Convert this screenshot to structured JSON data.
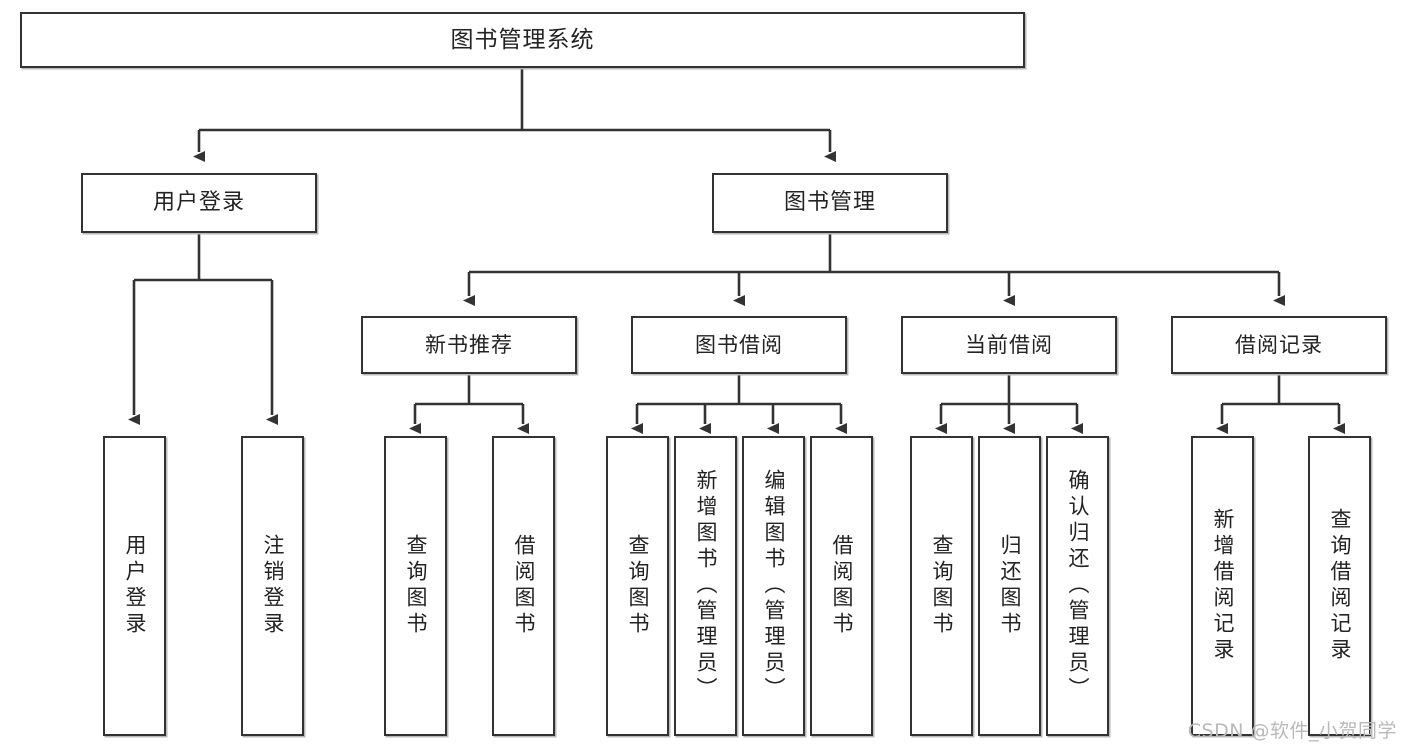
{
  "diagram": {
    "title": "图书管理系统",
    "type": "tree-hierarchy-chart",
    "root": {
      "label": "图书管理系统"
    },
    "level2": [
      {
        "label": "用户登录"
      },
      {
        "label": "图书管理"
      }
    ],
    "level3": [
      {
        "label": "新书推荐"
      },
      {
        "label": "图书借阅"
      },
      {
        "label": "当前借阅"
      },
      {
        "label": "借阅记录"
      }
    ],
    "leaves": {
      "user_login": [
        {
          "label": "用户登录"
        },
        {
          "label": "注销登录"
        }
      ],
      "new_book_recommend": [
        {
          "label": "查询图书"
        },
        {
          "label": "借阅图书"
        }
      ],
      "book_borrow": [
        {
          "label": "查询图书"
        },
        {
          "label": "新增图书（管理员）"
        },
        {
          "label": "编辑图书（管理员）"
        },
        {
          "label": "借阅图书"
        }
      ],
      "current_borrow": [
        {
          "label": "查询图书"
        },
        {
          "label": "归还图书"
        },
        {
          "label": "确认归还（管理员）"
        }
      ],
      "borrow_record": [
        {
          "label": "新增借阅记录"
        },
        {
          "label": "查询借阅记录"
        }
      ]
    }
  },
  "watermark": {
    "text": "CSDN @软件_小贺同学"
  },
  "colors": {
    "border": "#333333",
    "text": "#232323",
    "background": "#ffffff",
    "shadow": "#b8b8b8",
    "watermark": "#b9b9b9"
  }
}
